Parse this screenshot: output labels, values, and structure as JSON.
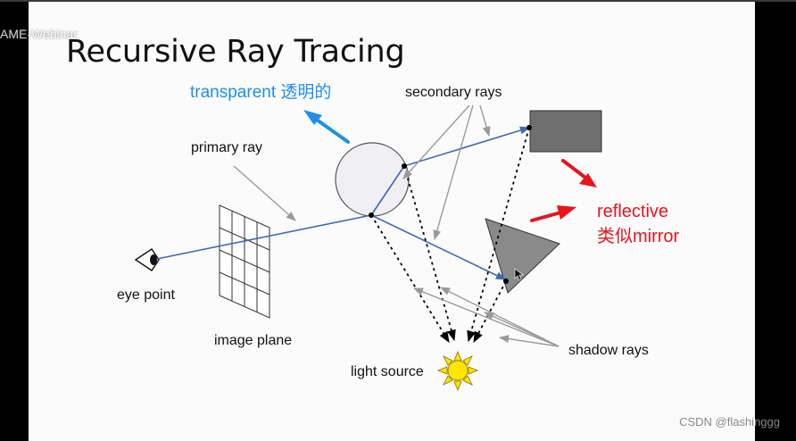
{
  "title": "Recursive Ray Tracing",
  "overlay_text": "AME-Webinar",
  "labels": {
    "transparent": "transparent 透明的",
    "secondary_rays": "secondary rays",
    "primary_ray": "primary ray",
    "eye_point": "eye point",
    "image_plane": "image plane",
    "light_source": "light source",
    "shadow_rays": "shadow rays",
    "reflective": "reflective",
    "mirror": "类似mirror"
  },
  "watermark": "CSDN @flashinggg",
  "colors": {
    "ray": "#4169b0",
    "annotation_arrow": "#9a9a9a",
    "blue_text": "#1e90e6",
    "red_text": "#e8141c",
    "light": "#ffe600"
  }
}
